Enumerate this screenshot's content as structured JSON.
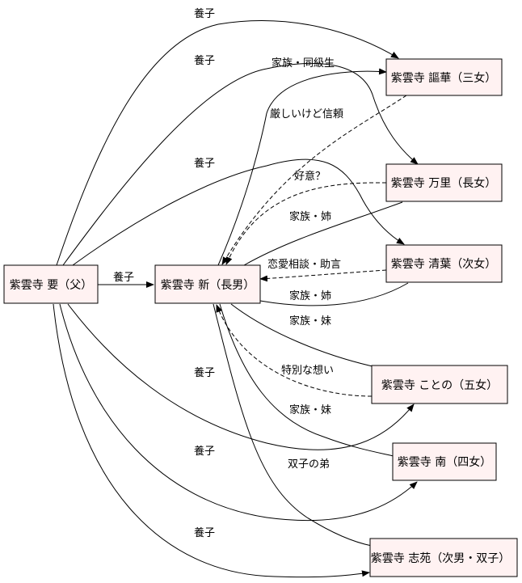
{
  "nodes": {
    "kaname": "紫雲寺 要（父）",
    "arata": "紫雲寺 新（長男）",
    "ouka": "紫雲寺 謳華（三女）",
    "mari": "紫雲寺 万里（長女）",
    "seiha": "紫雲寺 清葉（次女）",
    "kotono": "紫雲寺 ことの（五女）",
    "minami": "紫雲寺 南（四女）",
    "shion": "紫雲寺 志苑（次男・双子）"
  },
  "edges": {
    "yoshi_ouka": "養子",
    "yoshi_mari": "養子",
    "yoshi_seiha": "養子",
    "yoshi_arata": "養子",
    "yoshi_kotono": "養子",
    "yoshi_minami": "養子",
    "yoshi_shion": "養子",
    "arata_ouka": "家族・同級生",
    "ouka_arata": "厳しいけど信頼",
    "mari_arata_like": "好意？",
    "arata_mari": "家族・姉",
    "seiha_arata": "恋愛相談・助言",
    "arata_seiha": "家族・姉",
    "arata_kotono": "家族・妹",
    "kotono_arata": "特別な想い",
    "arata_minami": "家族・妹",
    "arata_shion": "双子の弟"
  }
}
